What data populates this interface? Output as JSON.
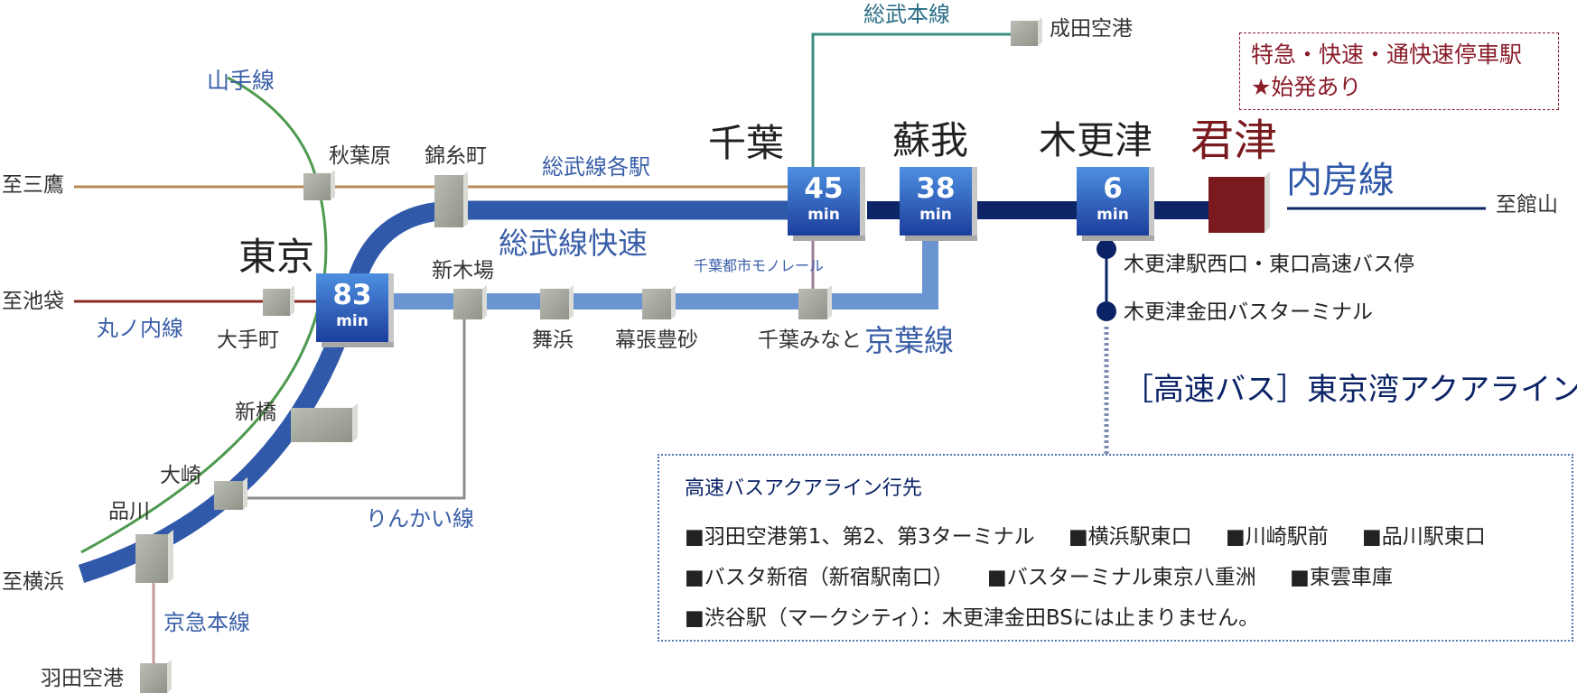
{
  "lines": {
    "sobu_main": "総武本線",
    "yamanote": "山手線",
    "sobu_local": "総武線各駅",
    "sobu_rapid": "総武線快速",
    "monorail": "千葉都市モノレール",
    "marunouchi": "丸ノ内線",
    "keiyo": "京葉線",
    "rinkai": "りんかい線",
    "keikyu": "京急本線",
    "uchibo": "内房線"
  },
  "stations": {
    "narita": "成田空港",
    "akihabara": "秋葉原",
    "kinshicho": "錦糸町",
    "chiba": "千葉",
    "soga": "蘇我",
    "kisarazu": "木更津",
    "kimitsu": "君津",
    "tokyo": "東京",
    "shinkiba": "新木場",
    "otemachi": "大手町",
    "maihama": "舞浜",
    "makuhari": "幕張豊砂",
    "chibaminato": "千葉みなと",
    "shimbashi": "新橋",
    "osaki": "大崎",
    "shinagawa": "品川",
    "haneda": "羽田空港"
  },
  "directions": {
    "mitaka": "至三鷹",
    "ikebukuro": "至池袋",
    "yokohama": "至横浜",
    "tateyama": "至館山"
  },
  "times": {
    "tokyo": {
      "num": "83",
      "unit": "min"
    },
    "chiba": {
      "num": "45",
      "unit": "min"
    },
    "soga": {
      "num": "38",
      "unit": "min"
    },
    "kisarazu": {
      "num": "6",
      "unit": "min"
    }
  },
  "legend": {
    "line1": "特急・快速・通快速停車駅",
    "line2": "★始発あり"
  },
  "bus": {
    "stop1": "木更津駅西口・東口高速バス停",
    "stop2": "木更津金田バスターミナル",
    "title": "［高速バス］東京湾アクアライン",
    "box_title": "高速バスアクアライン行先",
    "row1": [
      "■羽田空港第1、第2、第3ターミナル",
      "■横浜駅東口",
      "■川崎駅前",
      "■品川駅東口"
    ],
    "row2": [
      "■バスタ新宿（新宿駅南口）",
      "■バスターミナル東京八重洲",
      "■東雲車庫"
    ],
    "row3": [
      "■渋谷駅（マークシティ）：木更津金田BSには止まりません。"
    ]
  },
  "colors": {
    "rapid": "#3059aa",
    "keiyo": "#6b95d0",
    "uchibo": "#0d2566",
    "yamanote": "#4e9a4e",
    "sobu_local": "#b58a56",
    "marunouchi": "#8a2a26",
    "sobu_main": "#3c8c80",
    "gray": "#8e8e8e",
    "monorail": "#9b7d96",
    "keikyu": "#c49a9a",
    "kimitsu": "#7a1a1e"
  }
}
